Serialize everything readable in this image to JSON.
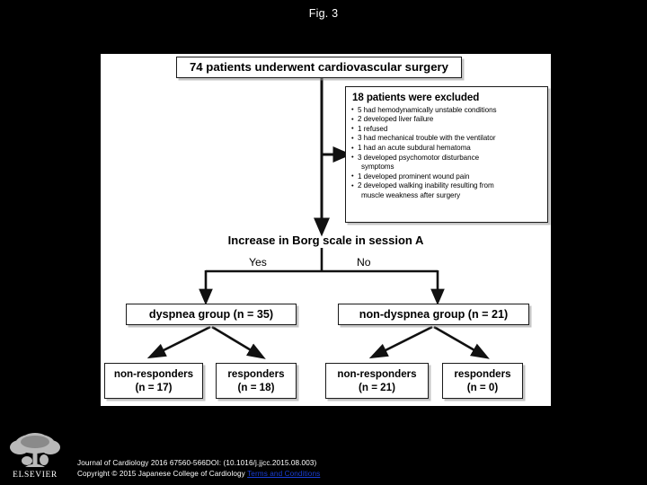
{
  "slide": {
    "title": "Fig. 3"
  },
  "flowchart": {
    "top_box": "74 patients underwent cardiovascular surgery",
    "excluded": {
      "heading": "18 patients were excluded",
      "items": [
        {
          "text": "5 had hemodynamically unstable conditions",
          "continuation": false
        },
        {
          "text": "2 developed liver failure",
          "continuation": false
        },
        {
          "text": "1 refused",
          "continuation": false
        },
        {
          "text": "3 had mechanical trouble with the ventilator",
          "continuation": false
        },
        {
          "text": "1 had an acute subdural hematoma",
          "continuation": false
        },
        {
          "text": "3 developed psychomotor disturbance",
          "continuation": false
        },
        {
          "text": "symptoms",
          "continuation": true
        },
        {
          "text": "1 developed prominent wound pain",
          "continuation": false
        },
        {
          "text": "2 developed walking inability resulting from",
          "continuation": false
        },
        {
          "text": "muscle weakness after surgery",
          "continuation": true
        }
      ]
    },
    "decision": "Increase in Borg scale in session A",
    "branch_yes": "Yes",
    "branch_no": "No",
    "groups": {
      "dyspnea": "dyspnea group (n = 35)",
      "non_dyspnea": "non-dyspnea group (n = 21)"
    },
    "leaves": {
      "dyspnea_nonresponders": {
        "line1": "non-responders",
        "line2": "(n = 17)"
      },
      "dyspnea_responders": {
        "line1": "responders",
        "line2": "(n = 18)"
      },
      "nondyspnea_nonresponders": {
        "line1": "non-responders",
        "line2": "(n = 21)"
      },
      "nondyspnea_responders": {
        "line1": "responders",
        "line2": "(n = 0)"
      }
    }
  },
  "footer": {
    "citation": "Journal of Cardiology 2016 67560-566DOI: (10.1016/j.jjcc.2015.08.003)",
    "copyright": "Copyright © 2015 Japanese College of Cardiology ",
    "terms_link": "Terms and Conditions",
    "logo_wordmark": "ELSEVIER"
  },
  "colors": {
    "background": "#000000",
    "panel": "#ffffff",
    "text_on_dark": "#ffffff",
    "link": "#1a3fd8",
    "box_border": "#1a1a1a"
  }
}
